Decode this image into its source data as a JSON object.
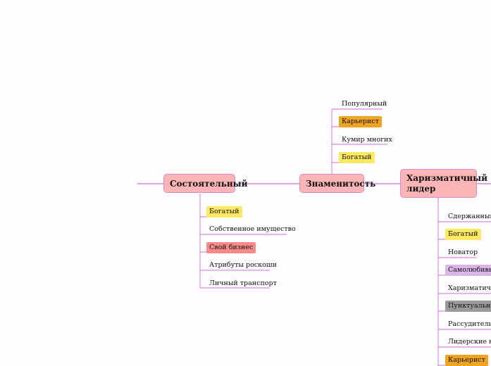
{
  "nodes": {
    "sostoyatelny": "Состоятельный",
    "znamenitost": "Знаменитость",
    "harizmatichny": "Харизматичный лидер"
  },
  "znamenitost_children": [
    "Популярный",
    "Карьерист",
    "Кумир многих",
    "Богатый"
  ],
  "sostoyatelny_children": [
    "Богатый",
    "Собственное имущество",
    "Свой бизнес",
    "Атрибуты роскоши",
    "Личный транспорт"
  ],
  "harizmatichny_children": [
    "Сдержанный,",
    "Богатый",
    "Новатор",
    "Самолюбивый",
    "Харизматичный",
    "Пунктуальный",
    "Рассудительный",
    "Лидерские кач",
    "Карьерист"
  ],
  "colors": {
    "line": "#cf6fd6",
    "node_fill": "#fcb5b5",
    "yellow": "#ffe862",
    "orange": "#f0a424",
    "red": "#f88a8a",
    "purple": "#d9b6e6",
    "gray": "#9b9b9b"
  }
}
